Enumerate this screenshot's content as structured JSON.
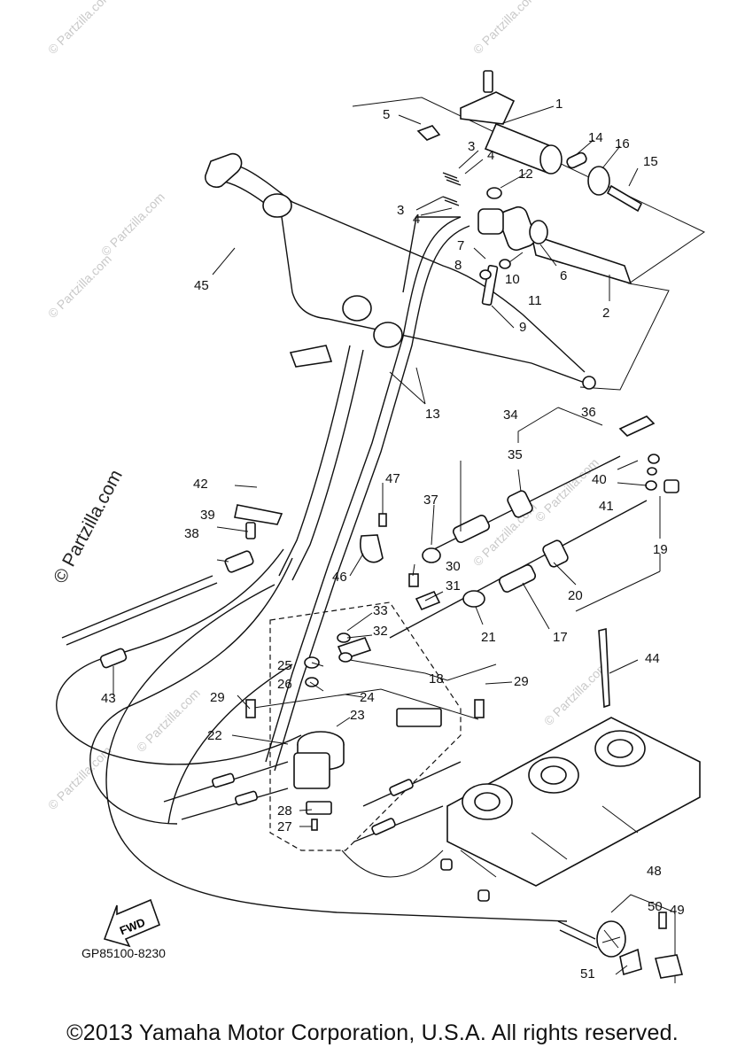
{
  "watermarks": [
    "© Partzilla.com",
    "© Partzilla.com",
    "© Partzilla.com",
    "© Partzilla.com",
    "© Partzilla.com",
    "© Partzilla.com",
    "© Partzilla.com",
    "© Partzilla.com",
    "© Partzilla.com"
  ],
  "main_watermark": "© Partzilla.com",
  "callouts": [
    {
      "label": "1"
    },
    {
      "label": "2"
    },
    {
      "label": "3"
    },
    {
      "label": "3"
    },
    {
      "label": "4"
    },
    {
      "label": "4"
    },
    {
      "label": "5"
    },
    {
      "label": "6"
    },
    {
      "label": "7"
    },
    {
      "label": "8"
    },
    {
      "label": "9"
    },
    {
      "label": "10"
    },
    {
      "label": "11"
    },
    {
      "label": "12"
    },
    {
      "label": "13"
    },
    {
      "label": "14"
    },
    {
      "label": "15"
    },
    {
      "label": "16"
    },
    {
      "label": "17"
    },
    {
      "label": "18"
    },
    {
      "label": "19"
    },
    {
      "label": "20"
    },
    {
      "label": "21"
    },
    {
      "label": "22"
    },
    {
      "label": "23"
    },
    {
      "label": "24"
    },
    {
      "label": "25"
    },
    {
      "label": "26"
    },
    {
      "label": "27"
    },
    {
      "label": "28"
    },
    {
      "label": "29"
    },
    {
      "label": "29"
    },
    {
      "label": "30"
    },
    {
      "label": "31"
    },
    {
      "label": "32"
    },
    {
      "label": "33"
    },
    {
      "label": "34"
    },
    {
      "label": "35"
    },
    {
      "label": "36"
    },
    {
      "label": "37"
    },
    {
      "label": "38"
    },
    {
      "label": "39"
    },
    {
      "label": "40"
    },
    {
      "label": "41"
    },
    {
      "label": "42"
    },
    {
      "label": "43"
    },
    {
      "label": "44"
    },
    {
      "label": "45"
    },
    {
      "label": "46"
    },
    {
      "label": "47"
    },
    {
      "label": "48"
    },
    {
      "label": "49"
    },
    {
      "label": "50"
    },
    {
      "label": "51"
    }
  ],
  "fwd_label": "FWD",
  "diagram_code": "GP85100-8230",
  "copyright": "©2013  Yamaha Motor Corporation, U.S.A. All rights reserved."
}
